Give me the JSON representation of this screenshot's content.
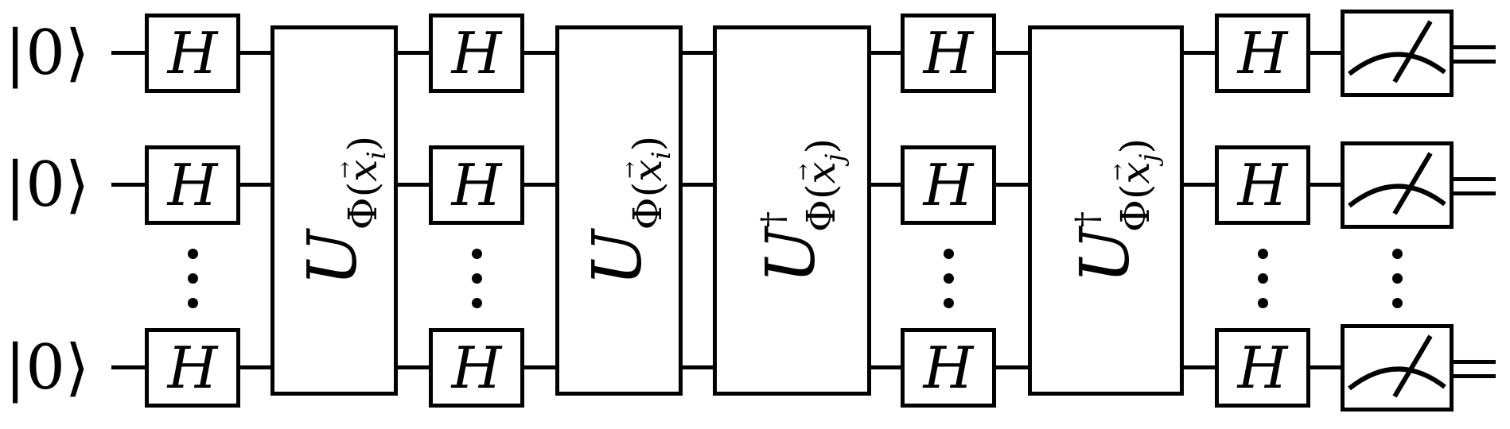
{
  "circuit": {
    "qubits": [
      {
        "ket": "|0⟩"
      },
      {
        "ket": "|0⟩"
      },
      {
        "ket": "|0⟩"
      }
    ],
    "hadamard_label": "H",
    "blocks": [
      {
        "base": "U",
        "dagger": "",
        "sub_open": "Φ(",
        "variable": "x",
        "vector_arrow": "→",
        "index": "i",
        "sub_close": ")"
      },
      {
        "base": "U",
        "dagger": "",
        "sub_open": "Φ(",
        "variable": "x",
        "vector_arrow": "→",
        "index": "i",
        "sub_close": ")"
      },
      {
        "base": "U",
        "dagger": "†",
        "sub_open": "Φ(",
        "variable": "x",
        "vector_arrow": "→",
        "index": "j",
        "sub_close": ")"
      },
      {
        "base": "U",
        "dagger": "†",
        "sub_open": "Φ(",
        "variable": "x",
        "vector_arrow": "→",
        "index": "j",
        "sub_close": ")"
      }
    ],
    "colors": {
      "ink": "#000000",
      "background": "#ffffff"
    }
  }
}
